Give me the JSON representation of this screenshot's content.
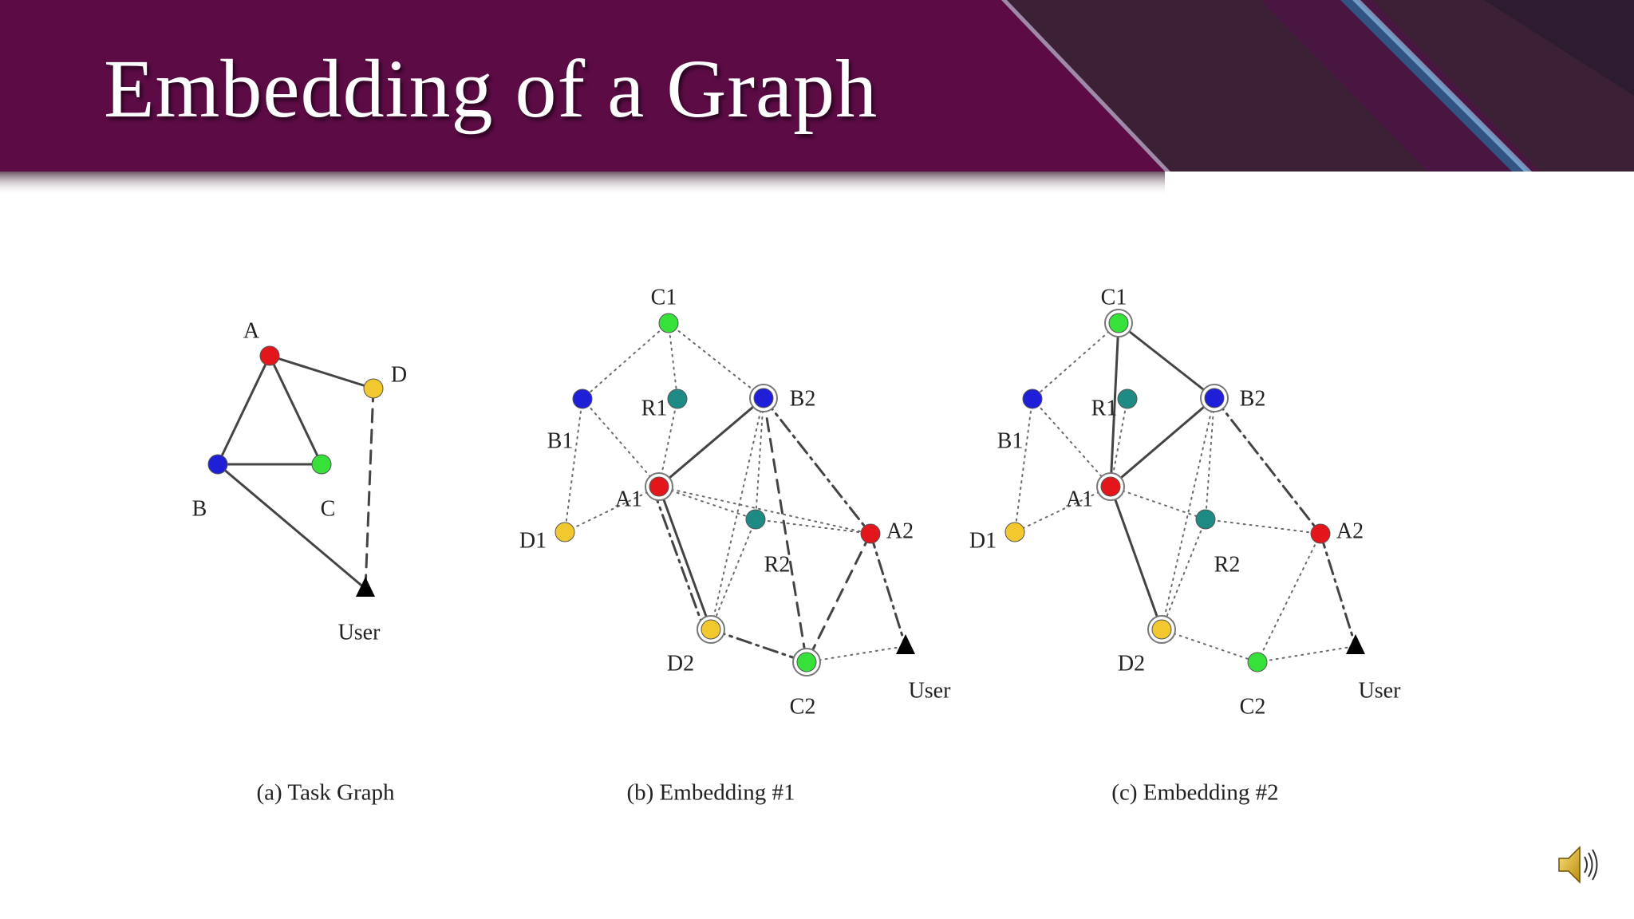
{
  "slide": {
    "title": "Embedding of a Graph"
  },
  "colors": {
    "banner": "#5c0b45",
    "red": "#e3171b",
    "blue": "#1f1fd8",
    "green": "#36e13a",
    "yellow": "#f2c82e",
    "teal": "#1e8a84",
    "edge": "#444444"
  },
  "diagram": {
    "panels": [
      {
        "id": "task-graph",
        "caption": "(a) Task Graph",
        "nodes": [
          {
            "id": "A",
            "label": "A",
            "color": "red"
          },
          {
            "id": "D",
            "label": "D",
            "color": "yellow"
          },
          {
            "id": "B",
            "label": "B",
            "color": "blue"
          },
          {
            "id": "C",
            "label": "C",
            "color": "green"
          },
          {
            "id": "User",
            "label": "User",
            "shape": "triangle"
          }
        ],
        "edges": [
          {
            "from": "A",
            "to": "D",
            "style": "solid"
          },
          {
            "from": "A",
            "to": "B",
            "style": "solid"
          },
          {
            "from": "A",
            "to": "C",
            "style": "solid"
          },
          {
            "from": "B",
            "to": "C",
            "style": "solid"
          },
          {
            "from": "B",
            "to": "User",
            "style": "solid"
          },
          {
            "from": "D",
            "to": "User",
            "style": "dashed"
          }
        ]
      },
      {
        "id": "embedding-1",
        "caption": "(b) Embedding  #1",
        "nodes": [
          {
            "id": "C1",
            "label": "C1",
            "color": "green"
          },
          {
            "id": "B1",
            "label": "B1",
            "color": "blue"
          },
          {
            "id": "R1",
            "label": "R1",
            "color": "teal"
          },
          {
            "id": "B2",
            "label": "B2",
            "color": "blue",
            "ring": true
          },
          {
            "id": "A1",
            "label": "A1",
            "color": "red",
            "ring": true
          },
          {
            "id": "D1",
            "label": "D1",
            "color": "yellow"
          },
          {
            "id": "R2",
            "label": "R2",
            "color": "teal"
          },
          {
            "id": "A2",
            "label": "A2",
            "color": "red"
          },
          {
            "id": "D2",
            "label": "D2",
            "color": "yellow",
            "ring": true
          },
          {
            "id": "C2",
            "label": "C2",
            "color": "green",
            "ring": true
          },
          {
            "id": "User",
            "label": "User",
            "shape": "triangle"
          }
        ],
        "edges": [
          {
            "from": "C1",
            "to": "B1",
            "style": "dotted"
          },
          {
            "from": "C1",
            "to": "R1",
            "style": "dotted"
          },
          {
            "from": "C1",
            "to": "B2",
            "style": "dotted"
          },
          {
            "from": "B1",
            "to": "A1",
            "style": "dotted"
          },
          {
            "from": "B1",
            "to": "D1",
            "style": "dotted"
          },
          {
            "from": "R1",
            "to": "A1",
            "style": "dotted"
          },
          {
            "from": "A1",
            "to": "B2",
            "style": "solid"
          },
          {
            "from": "A1",
            "to": "D1",
            "style": "dotted"
          },
          {
            "from": "A1",
            "to": "R2",
            "style": "dotted"
          },
          {
            "from": "A1",
            "to": "A2",
            "style": "dotted"
          },
          {
            "from": "A1",
            "to": "D2",
            "style": "solid"
          },
          {
            "from": "A1",
            "to": "D2",
            "style": "dashdot",
            "offset": 8
          },
          {
            "from": "B2",
            "to": "R2",
            "style": "dotted"
          },
          {
            "from": "B2",
            "to": "A2",
            "style": "dashdot"
          },
          {
            "from": "B2",
            "to": "C2",
            "style": "dashed"
          },
          {
            "from": "B2",
            "to": "D2",
            "style": "dotted"
          },
          {
            "from": "R2",
            "to": "A2",
            "style": "dotted"
          },
          {
            "from": "R2",
            "to": "D2",
            "style": "dotted"
          },
          {
            "from": "A2",
            "to": "C2",
            "style": "dashed"
          },
          {
            "from": "A2",
            "to": "User",
            "style": "dashdot"
          },
          {
            "from": "D2",
            "to": "C2",
            "style": "dashdot"
          },
          {
            "from": "C2",
            "to": "User",
            "style": "dotted"
          }
        ]
      },
      {
        "id": "embedding-2",
        "caption": "(c) Embedding  #2",
        "nodes": [
          {
            "id": "C1",
            "label": "C1",
            "color": "green",
            "ring": true
          },
          {
            "id": "B1",
            "label": "B1",
            "color": "blue"
          },
          {
            "id": "R1",
            "label": "R1",
            "color": "teal"
          },
          {
            "id": "B2",
            "label": "B2",
            "color": "blue",
            "ring": true
          },
          {
            "id": "A1",
            "label": "A1",
            "color": "red",
            "ring": true
          },
          {
            "id": "D1",
            "label": "D1",
            "color": "yellow"
          },
          {
            "id": "R2",
            "label": "R2",
            "color": "teal"
          },
          {
            "id": "A2",
            "label": "A2",
            "color": "red"
          },
          {
            "id": "D2",
            "label": "D2",
            "color": "yellow",
            "ring": true
          },
          {
            "id": "C2",
            "label": "C2",
            "color": "green"
          },
          {
            "id": "User",
            "label": "User",
            "shape": "triangle"
          }
        ],
        "edges": [
          {
            "from": "C1",
            "to": "B1",
            "style": "dotted"
          },
          {
            "from": "C1",
            "to": "B2",
            "style": "solid"
          },
          {
            "from": "C1",
            "to": "A1",
            "style": "solid"
          },
          {
            "from": "B1",
            "to": "A1",
            "style": "dotted"
          },
          {
            "from": "B1",
            "to": "D1",
            "style": "dotted"
          },
          {
            "from": "R1",
            "to": "A1",
            "style": "dotted"
          },
          {
            "from": "A1",
            "to": "B2",
            "style": "solid"
          },
          {
            "from": "A1",
            "to": "D1",
            "style": "dotted"
          },
          {
            "from": "A1",
            "to": "R2",
            "style": "dotted"
          },
          {
            "from": "A1",
            "to": "D2",
            "style": "solid"
          },
          {
            "from": "B2",
            "to": "R2",
            "style": "dotted"
          },
          {
            "from": "B2",
            "to": "A2",
            "style": "dashdot"
          },
          {
            "from": "B2",
            "to": "D2",
            "style": "dotted"
          },
          {
            "from": "R2",
            "to": "A2",
            "style": "dotted"
          },
          {
            "from": "R2",
            "to": "D2",
            "style": "dotted"
          },
          {
            "from": "A2",
            "to": "User",
            "style": "dashdot"
          },
          {
            "from": "A2",
            "to": "C2",
            "style": "dotted"
          },
          {
            "from": "D2",
            "to": "C2",
            "style": "dotted"
          },
          {
            "from": "C2",
            "to": "User",
            "style": "dotted"
          }
        ]
      }
    ]
  },
  "controls": {
    "audio_icon": "speaker-icon"
  }
}
